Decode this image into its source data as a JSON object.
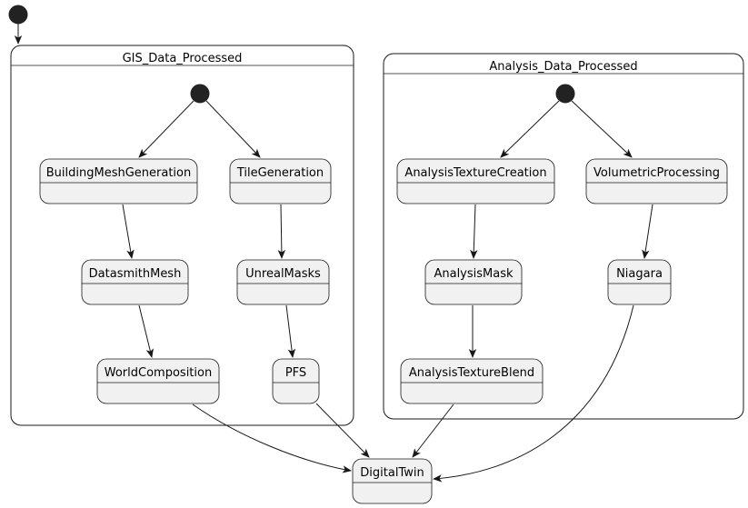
{
  "diagram": {
    "type": "state-diagram",
    "composites": [
      {
        "id": "gis",
        "title": "GIS_Data_Processed"
      },
      {
        "id": "analysis",
        "title": "Analysis_Data_Processed"
      }
    ],
    "states": {
      "BuildingMeshGeneration": "BuildingMeshGeneration",
      "TileGeneration": "TileGeneration",
      "DatasmithMesh": "DatasmithMesh",
      "UnrealMasks": "UnrealMasks",
      "WorldComposition": "WorldComposition",
      "PFS": "PFS",
      "AnalysisTextureCreation": "AnalysisTextureCreation",
      "VolumetricProcessing": "VolumetricProcessing",
      "AnalysisMask": "AnalysisMask",
      "Niagara": "Niagara",
      "AnalysisTextureBlend": "AnalysisTextureBlend",
      "DigitalTwin": "DigitalTwin"
    },
    "transitions": [
      [
        "start-outer",
        "GIS_Data_Processed"
      ],
      [
        "start-gis",
        "BuildingMeshGeneration"
      ],
      [
        "start-gis",
        "TileGeneration"
      ],
      [
        "BuildingMeshGeneration",
        "DatasmithMesh"
      ],
      [
        "DatasmithMesh",
        "WorldComposition"
      ],
      [
        "TileGeneration",
        "UnrealMasks"
      ],
      [
        "UnrealMasks",
        "PFS"
      ],
      [
        "start-analysis",
        "AnalysisTextureCreation"
      ],
      [
        "start-analysis",
        "VolumetricProcessing"
      ],
      [
        "AnalysisTextureCreation",
        "AnalysisMask"
      ],
      [
        "AnalysisMask",
        "AnalysisTextureBlend"
      ],
      [
        "VolumetricProcessing",
        "Niagara"
      ],
      [
        "WorldComposition",
        "DigitalTwin"
      ],
      [
        "PFS",
        "DigitalTwin"
      ],
      [
        "AnalysisTextureBlend",
        "DigitalTwin"
      ],
      [
        "Niagara",
        "DigitalTwin"
      ]
    ]
  }
}
